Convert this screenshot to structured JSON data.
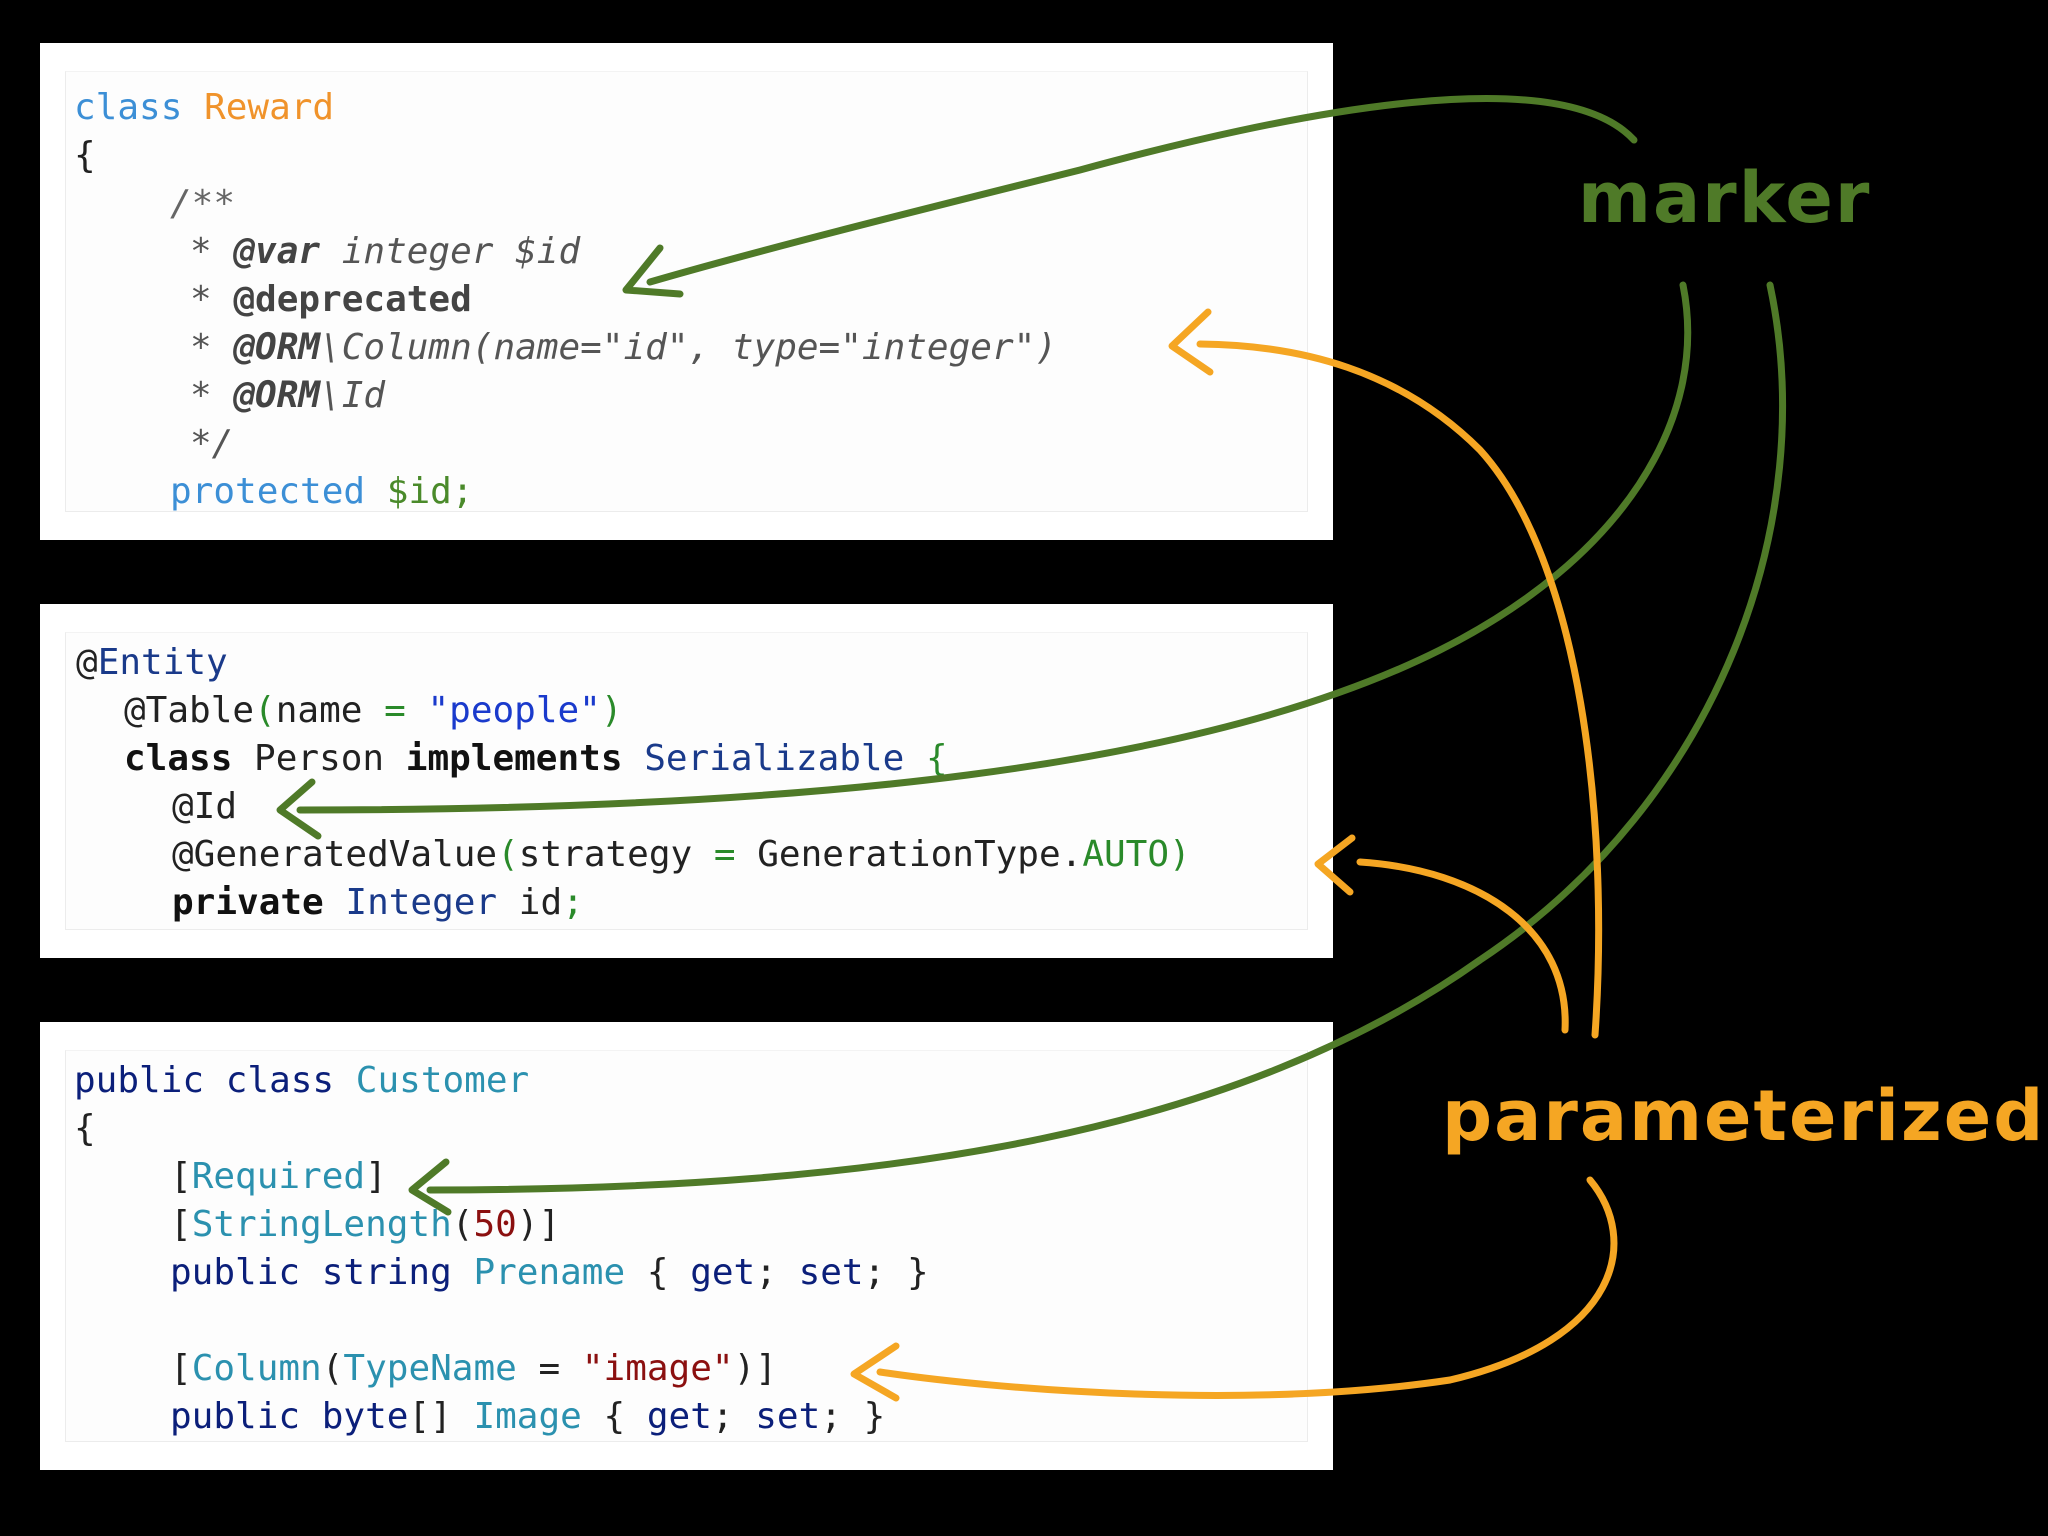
{
  "colors": {
    "background": "#000000",
    "marker_green": "#4f7a28",
    "param_orange": "#f5a623"
  },
  "php": {
    "kw_class": "class",
    "name": "Reward",
    "brace": "{",
    "doc_open": "/**",
    "star": "* ",
    "tag_var": "@var",
    "var_rest": " integer $id",
    "tag_deprecated": "@deprecated",
    "tag_orm1": "@ORM",
    "orm1_rest": "\\Column(name=\"id\", type=\"integer\")",
    "tag_orm2": "@ORM",
    "orm2_rest": "\\Id",
    "doc_close": "*/",
    "kw_protected": "protected",
    "prop": "$id;"
  },
  "java": {
    "at1": "@",
    "entity": "Entity",
    "table_at": "@Table",
    "table_open": "(",
    "table_name": "name",
    "table_eq": " = ",
    "table_val": "\"people\"",
    "table_close": ")",
    "kw_class": "class",
    "person": " Person ",
    "kw_implements": "implements",
    "serializable": " Serializable",
    "brace": " {",
    "id_anno": "@Id",
    "gen_anno": "@GeneratedValue",
    "gen_open": "(",
    "gen_strategy": "strategy",
    "gen_eq": " = ",
    "gen_type": "GenerationType.",
    "gen_auto": "AUTO",
    "gen_close": ")",
    "kw_private": "private",
    "integer": " Integer",
    "field": " id",
    "semi": ";"
  },
  "cs": {
    "kw_public": "public",
    "kw_class": "class",
    "name": "Customer",
    "brace": "{",
    "lb1": "[",
    "required": "Required",
    "rb1": "]",
    "lb2": "[",
    "stringlength": "StringLength",
    "sl_open": "(",
    "sl_num": "50",
    "sl_close": ")]",
    "prop1_kw": "public string ",
    "prop1_name": "Prename",
    "prop1_o": " { ",
    "get1": "get",
    "semi1": "; ",
    "set1": "set",
    "end1": "; }",
    "lb3": "[",
    "column": "Column",
    "col_open": "(",
    "typename": "TypeName",
    "col_eq": " = ",
    "col_val": "\"image\"",
    "col_close": ")]",
    "prop2_kw": "public byte",
    "prop2_br": "[] ",
    "prop2_name": "Image",
    "prop2_o": " { ",
    "get2": "get",
    "semi2": "; ",
    "set2": "set",
    "end2": "; }"
  },
  "labels": {
    "marker": "marker",
    "parameterized": "parameterized"
  }
}
